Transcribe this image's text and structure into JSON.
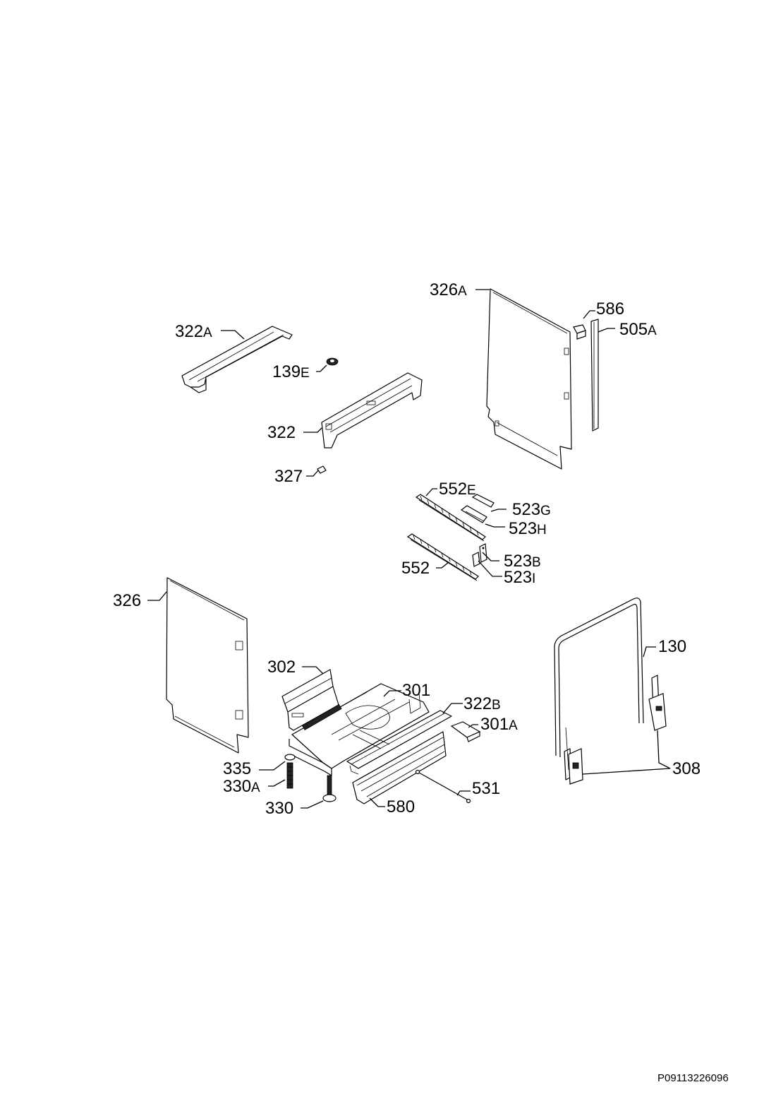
{
  "drawing_code": "P09113226096",
  "callouts": [
    {
      "id": "326A",
      "num": "326",
      "suffix": "A"
    },
    {
      "id": "586",
      "num": "586",
      "suffix": ""
    },
    {
      "id": "505A",
      "num": "505",
      "suffix": "A"
    },
    {
      "id": "322A",
      "num": "322",
      "suffix": "A"
    },
    {
      "id": "139E",
      "num": "139",
      "suffix": "E"
    },
    {
      "id": "322",
      "num": "322",
      "suffix": ""
    },
    {
      "id": "327",
      "num": "327",
      "suffix": ""
    },
    {
      "id": "552E",
      "num": "552",
      "suffix": "E"
    },
    {
      "id": "523G",
      "num": "523",
      "suffix": "G"
    },
    {
      "id": "523H",
      "num": "523",
      "suffix": "H"
    },
    {
      "id": "523B",
      "num": "523",
      "suffix": "B"
    },
    {
      "id": "552",
      "num": "552",
      "suffix": ""
    },
    {
      "id": "523I",
      "num": "523",
      "suffix": "I"
    },
    {
      "id": "326",
      "num": "326",
      "suffix": ""
    },
    {
      "id": "130",
      "num": "130",
      "suffix": ""
    },
    {
      "id": "302",
      "num": "302",
      "suffix": ""
    },
    {
      "id": "301",
      "num": "301",
      "suffix": ""
    },
    {
      "id": "322B",
      "num": "322",
      "suffix": "B"
    },
    {
      "id": "301A",
      "num": "301",
      "suffix": "A"
    },
    {
      "id": "335",
      "num": "335",
      "suffix": ""
    },
    {
      "id": "330A",
      "num": "330",
      "suffix": "A"
    },
    {
      "id": "308",
      "num": "308",
      "suffix": ""
    },
    {
      "id": "531",
      "num": "531",
      "suffix": ""
    },
    {
      "id": "330",
      "num": "330",
      "suffix": ""
    },
    {
      "id": "580",
      "num": "580",
      "suffix": ""
    }
  ]
}
